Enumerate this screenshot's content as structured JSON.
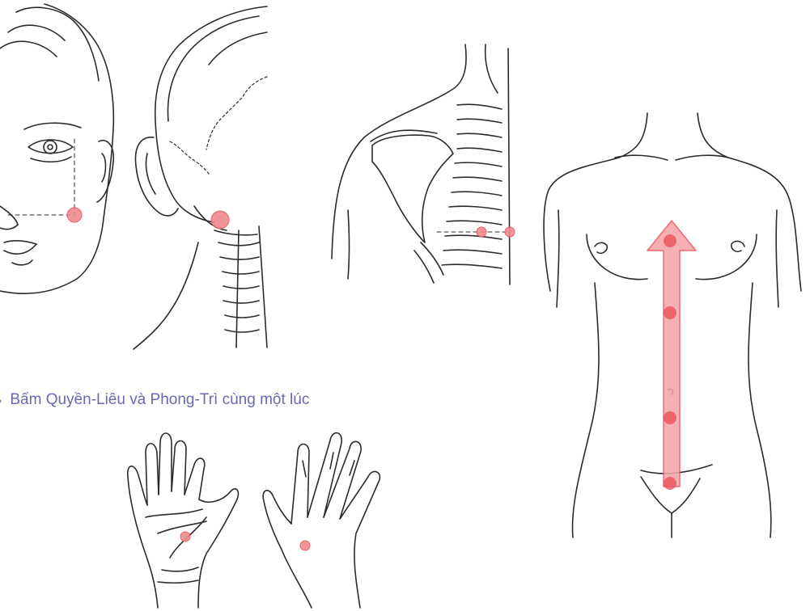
{
  "caption": {
    "bullet": "›",
    "text": "Bấm Quyền-Liêu và Phong-Trì cùng một lúc"
  },
  "colors": {
    "line": "#2b2b2b",
    "point": "#e8535b",
    "point_fill": "#f08a8f",
    "arrow_fill": "#f5a3a6",
    "caption_text": "#6b68b0"
  },
  "figures": [
    {
      "id": "face-front",
      "point": "quyen-lieu"
    },
    {
      "id": "skull-side",
      "point": "phong-tri"
    },
    {
      "id": "back-spine"
    },
    {
      "id": "hands"
    },
    {
      "id": "torso-front",
      "arrow": "upward-midline"
    }
  ]
}
